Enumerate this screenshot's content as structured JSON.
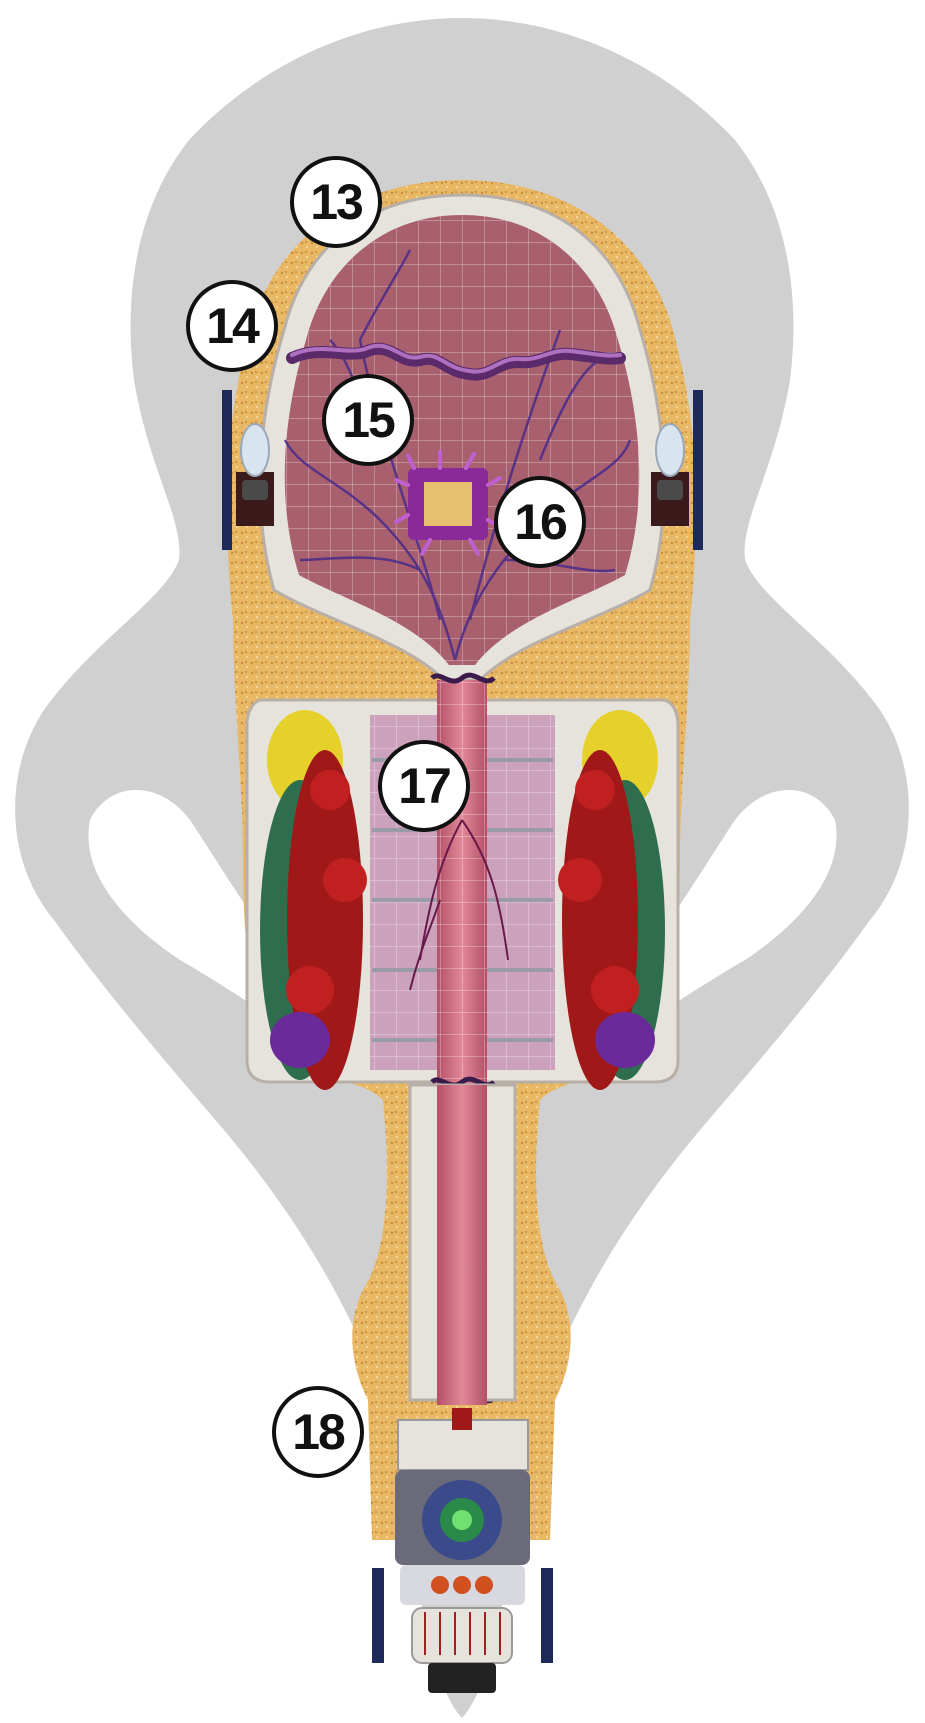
{
  "diagram": {
    "callouts": [
      {
        "id": "c13",
        "label": "13"
      },
      {
        "id": "c14",
        "label": "14"
      },
      {
        "id": "c15",
        "label": "15"
      },
      {
        "id": "c16",
        "label": "16"
      },
      {
        "id": "c17",
        "label": "17"
      },
      {
        "id": "c18",
        "label": "18"
      }
    ]
  },
  "colors": {
    "background": "#ffffff",
    "silhouette": "#d0d0d0",
    "fat_tissue": "#e8b865",
    "shell": "#e6e2dc",
    "brain_tissue": "#a8606e",
    "chamber_tissue": "#c89ab8",
    "spine_channel": "#c86478",
    "vessel": "#5a2a7a",
    "red_mass": "#a01818",
    "yellow_mass": "#e6d02a",
    "green_mass": "#2e6e4e",
    "purple_mass": "#6a2a9a",
    "device_dark": "#1e2a5a",
    "label_circle": "#ffffff",
    "label_text": "#111111"
  }
}
